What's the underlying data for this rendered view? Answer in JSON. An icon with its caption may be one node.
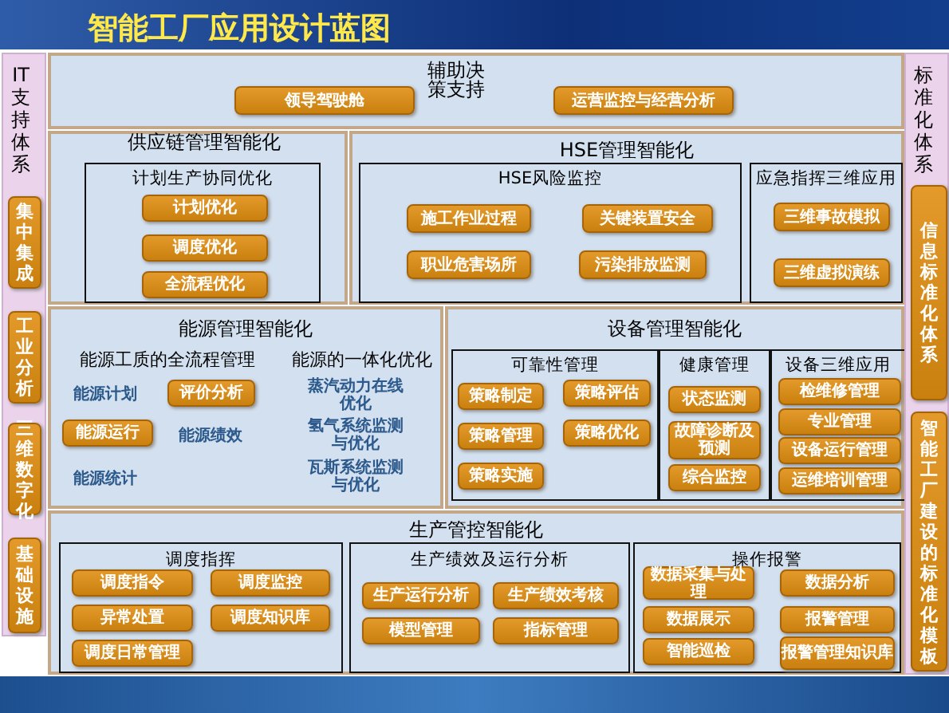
{
  "diagram": {
    "title": "智能工厂应用设计蓝图",
    "nodes": [
      {
        "text": [
          "IT支持体系"
        ]
      },
      {
        "text": [
          "集中集成"
        ],
        "in": 0
      },
      {
        "text": [
          "工业分析"
        ],
        "in": 0
      },
      {
        "text": [
          "三维数字化"
        ],
        "in": 0
      },
      {
        "text": [
          "基础设施"
        ],
        "in": 0
      },
      {
        "text": [
          "辅助决策支持"
        ]
      },
      {
        "text": [
          "领导驾驶舱"
        ],
        "in": 5
      },
      {
        "text": [
          "运营监控与经营分析"
        ],
        "in": 5
      },
      {
        "text": [
          "供应链管理智能化"
        ]
      },
      {
        "text": [
          "计划生产协同优化"
        ],
        "in": 8
      },
      {
        "text": [
          "计划优化"
        ],
        "in": 9
      },
      {
        "text": [
          "调度优化"
        ],
        "in": 9
      },
      {
        "text": [
          "全流程优化"
        ],
        "in": 9
      },
      {
        "text": [
          "HSE管理智能化"
        ]
      },
      {
        "text": [
          "HSE风险监控"
        ],
        "in": 13
      },
      {
        "text": [
          "施工作业过程"
        ],
        "in": 14
      },
      {
        "text": [
          "关键装置安全"
        ],
        "in": 14
      },
      {
        "text": [
          "职业危害场所"
        ],
        "in": 14
      },
      {
        "text": [
          "污染排放监测"
        ],
        "in": 14
      },
      {
        "text": [
          "应急指挥三维应用"
        ],
        "in": 13
      },
      {
        "text": [
          "三维事故模拟"
        ],
        "in": 19
      },
      {
        "text": [
          "三维虚拟演练"
        ],
        "in": 19
      },
      {
        "text": [
          "能源管理智能化"
        ]
      },
      {
        "text": [
          "评价分析"
        ],
        "in": 22
      },
      {
        "text": [
          "能源运行"
        ],
        "in": 22
      },
      {
        "text": [
          "设备管理智能化"
        ]
      },
      {
        "text": [
          "可靠性管理"
        ],
        "in": 25
      },
      {
        "text": [
          "策略制定"
        ],
        "in": 26
      },
      {
        "text": [
          "策略评估"
        ],
        "in": 26
      },
      {
        "text": [
          "策略管理"
        ],
        "in": 26
      },
      {
        "text": [
          "策略优化"
        ],
        "in": 26
      },
      {
        "text": [
          "策略实施"
        ],
        "in": 26
      },
      {
        "text": [
          "健康管理"
        ],
        "in": 25
      },
      {
        "text": [
          "状态监测"
        ],
        "in": 32
      },
      {
        "text": [
          "故障诊断及预测"
        ],
        "in": 32
      },
      {
        "text": [
          "综合监控"
        ],
        "in": 32
      },
      {
        "text": [
          "设备三维应用"
        ],
        "in": 25
      },
      {
        "text": [
          "检维修管理"
        ],
        "in": 36
      },
      {
        "text": [
          "专业管理"
        ],
        "in": 36
      },
      {
        "text": [
          "设备运行管理"
        ],
        "in": 36
      },
      {
        "text": [
          "运维培训管理"
        ],
        "in": 36
      },
      {
        "text": [
          "生产管控智能化"
        ]
      },
      {
        "text": [
          "调度指挥"
        ],
        "in": 41
      },
      {
        "text": [
          "调度指令"
        ],
        "in": 42
      },
      {
        "text": [
          "调度监控"
        ],
        "in": 42
      },
      {
        "text": [
          "异常处置"
        ],
        "in": 42
      },
      {
        "text": [
          "调度知识库"
        ],
        "in": 42
      },
      {
        "text": [
          "调度日常管理"
        ],
        "in": 42
      },
      {
        "text": [
          "生产绩效及运行分析"
        ],
        "in": 41
      },
      {
        "text": [
          "生产运行分析"
        ],
        "in": 48
      },
      {
        "text": [
          "生产绩效考核"
        ],
        "in": 48
      },
      {
        "text": [
          "模型管理"
        ],
        "in": 48
      },
      {
        "text": [
          "指标管理"
        ],
        "in": 48
      },
      {
        "text": [
          "操作报警"
        ],
        "in": 41
      },
      {
        "text": [
          "数据采集与处理"
        ],
        "in": 53
      },
      {
        "text": [
          "数据分析"
        ],
        "in": 53
      },
      {
        "text": [
          "数据展示"
        ],
        "in": 53
      },
      {
        "text": [
          "报警管理"
        ],
        "in": 53
      },
      {
        "text": [
          "智能巡检"
        ],
        "in": 53
      },
      {
        "text": [
          "报警管理知识库"
        ],
        "in": 53
      },
      {
        "text": [
          "标准化体系"
        ]
      },
      {
        "text": [
          "信息标准化体系"
        ],
        "in": 60
      },
      {
        "text": [
          "智能工厂建设的标准化模板"
        ],
        "in": 60
      }
    ],
    "edges": [],
    "labels": [
      "能源工质的全流程管理",
      "能源计划",
      "能源绩效",
      "能源统计",
      "能源的一体化优化",
      "蒸汽动力在线优化",
      "氢气系统监测与优化",
      "瓦斯系统监测与优化"
    ]
  }
}
